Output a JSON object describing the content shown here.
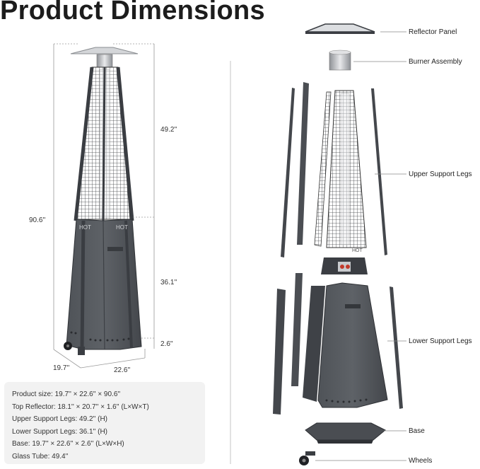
{
  "title": "Product Dimensions",
  "dimensions": {
    "total_height": "90.6''",
    "upper_height": "49.2''",
    "lower_height": "36.1''",
    "base_height": "2.6''",
    "depth": "19.7''",
    "width": "22.6''"
  },
  "parts": {
    "reflector": "Reflector Panel",
    "burner": "Burner Assembly",
    "upper_legs": "Upper Support Legs",
    "lower_legs": "Lower Support Legs",
    "base": "Base",
    "wheels": "Wheels"
  },
  "panel_marking": "HOT",
  "specs": [
    "Product size: 19.7''  × 22.6''  × 90.6''",
    "Top Reflector: 18.1'' × 20.7'' × 1.6'' (L×W×T)",
    "Upper Support Legs: 49.2'' (H)",
    "Lower Support Legs: 36.1'' (H)",
    "Base: 19.7'' × 22.6'' × 2.6'' (L×W×H)",
    "Glass  Tube: 49.4''"
  ],
  "colors": {
    "metal_dark": "#4a4d52",
    "metal_mid": "#5d6166",
    "steel": "#c7c9cc",
    "spec_bg": "#f2f2f2",
    "line": "#888888"
  }
}
